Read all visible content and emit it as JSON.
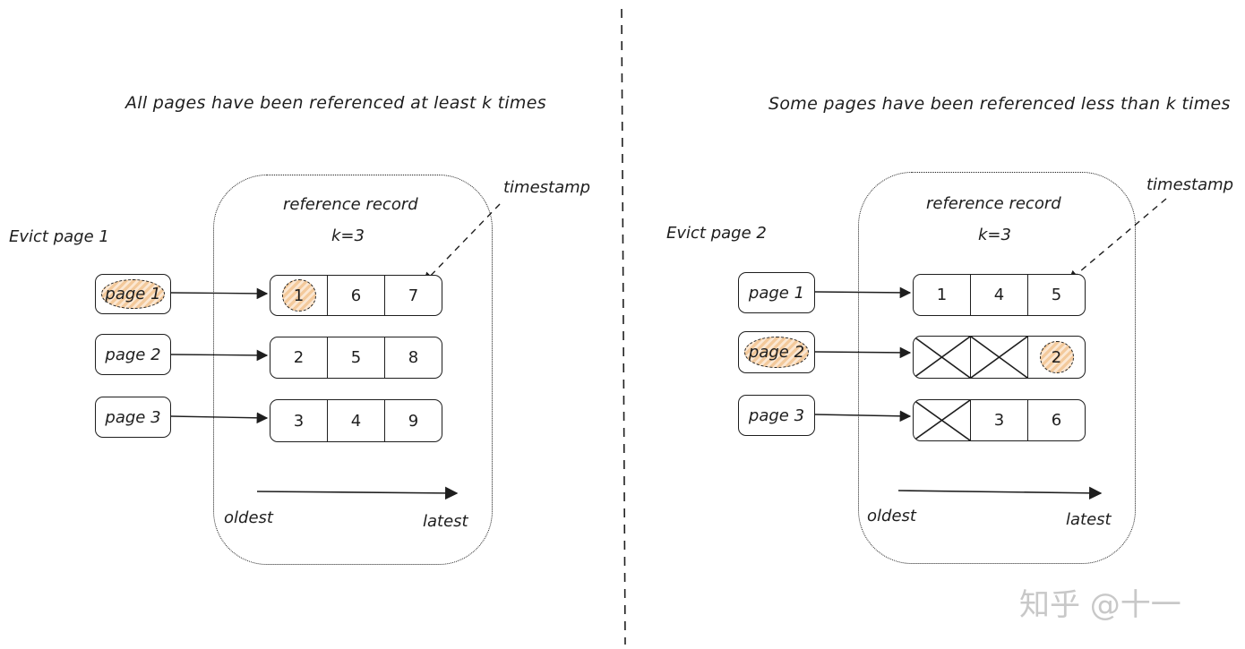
{
  "left": {
    "title": "All pages have been referenced at least k times",
    "record_label": "reference record",
    "k_label": "k=3",
    "evict_label": "Evict page 1",
    "timestamp_label": "timestamp",
    "oldest_label": "oldest",
    "latest_label": "latest",
    "pages": [
      {
        "label": "page 1",
        "highlighted": true,
        "cells": [
          "1",
          "6",
          "7"
        ]
      },
      {
        "label": "page 2",
        "highlighted": false,
        "cells": [
          "2",
          "5",
          "8"
        ]
      },
      {
        "label": "page 3",
        "highlighted": false,
        "cells": [
          "3",
          "4",
          "9"
        ]
      }
    ]
  },
  "right": {
    "title": "Some pages have been referenced less than k times",
    "record_label": "reference record",
    "k_label": "k=3",
    "evict_label": "Evict page 2",
    "timestamp_label": "timestamp",
    "oldest_label": "oldest",
    "latest_label": "latest",
    "pages": [
      {
        "label": "page 1",
        "highlighted": false,
        "cells": [
          "1",
          "4",
          "5"
        ]
      },
      {
        "label": "page 2",
        "highlighted": true,
        "cells": [
          "",
          "",
          "2"
        ]
      },
      {
        "label": "page 3",
        "highlighted": false,
        "cells": [
          "",
          "3",
          "6"
        ]
      }
    ]
  },
  "watermark": "知乎 @十一",
  "highlight_color": "#f3c99b"
}
